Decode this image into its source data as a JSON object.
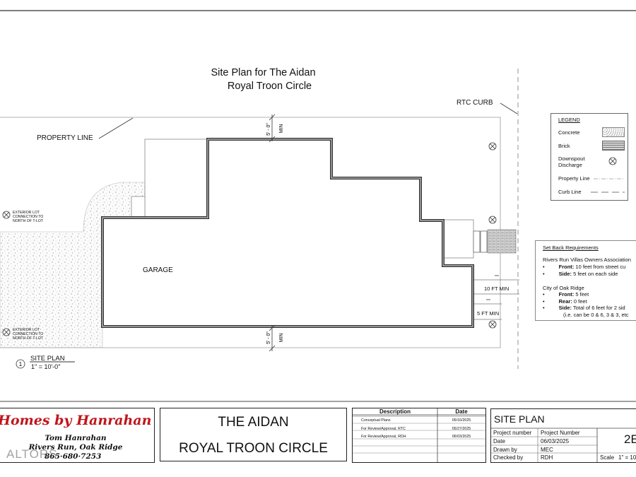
{
  "drawing": {
    "title_line1": "Site Plan for The Aidan",
    "title_line2": "Royal Troon Circle",
    "rtc_curb": "RTC CURB",
    "property_line": "PROPERTY LINE",
    "garage": "GARAGE",
    "dim_top": "5' - 0\"",
    "dim_top_min": "MIN",
    "dim_bottom": "5' - 0\"",
    "dim_bottom_min": "MIN",
    "ten_ft_min": "10 FT MIN",
    "five_ft_min": "5 FT MIN",
    "exterior_lot_1": [
      "EXTERIOR LOT",
      "CONNECTION TO",
      "NORTH OF T-LOT"
    ],
    "exterior_lot_2": [
      "EXTERIOR LOT",
      "CONNECTION TO",
      "NORTH OF T-LOT"
    ],
    "view_number": "1",
    "view_title": "SITE PLAN",
    "view_scale": "1\" = 10'-0\""
  },
  "legend": {
    "title": "LEGEND",
    "items": [
      {
        "label": "Concrete",
        "symbol": "concrete-swatch"
      },
      {
        "label": "Brick",
        "symbol": "brick-swatch"
      },
      {
        "label": "Downspout",
        "label2": "Discharge",
        "symbol": "downspout-icon"
      },
      {
        "label": "Property Line",
        "symbol": "property-line"
      },
      {
        "label": "Curb Line",
        "symbol": "curb-line"
      }
    ]
  },
  "setbacks": {
    "title": "Set Back Requirements",
    "hoa_title": "Rivers Run Villas Owners Association",
    "hoa_items": [
      {
        "bold": "Front:",
        "text": " 10 feet from street cu"
      },
      {
        "bold": "Side:",
        "text": " 5 feet on each side"
      }
    ],
    "city_title": "City of Oak Ridge",
    "city_items": [
      {
        "bold": "Front:",
        "text": " 5 feet"
      },
      {
        "bold": "Rear:",
        "text": " 0 feet"
      },
      {
        "bold": "Side:",
        "text": " Total of 6 feet for 2 sid"
      }
    ],
    "city_note": "(i.e. can be 0 & 6, 3 & 3, etc"
  },
  "titleblock": {
    "company": "Homes by Hanrahan",
    "owner": "Tom Hanrahan",
    "location": "Rivers Run, Oak Ridge",
    "phone": "865·680·7253",
    "watermark": "ALTORS",
    "project_name": "THE AIDAN",
    "project_address": "ROYAL TROON CIRCLE",
    "rev_headers": {
      "description": "Description",
      "date": "Date"
    },
    "revisions": [
      {
        "description": "Conceptual Plans",
        "date": "05/16/2025"
      },
      {
        "description": "For Review/Approval, RTC",
        "date": "05/27/2025"
      },
      {
        "description": "For Review/Approval, RDH",
        "date": "06/03/2025"
      }
    ],
    "sheet_title": "SITE PLAN",
    "fields": [
      {
        "label": "Project number",
        "value": "Project Number"
      },
      {
        "label": "Date",
        "value": "06/03/2025"
      },
      {
        "label": "Drawn by",
        "value": "MEC"
      },
      {
        "label": "Checked by",
        "value": "RDH"
      }
    ],
    "sheet_number": "2E",
    "scale_label": "Scale",
    "scale_value": "1\" = 10'"
  },
  "colors": {
    "line": "#222222",
    "red": "#c0151b",
    "gray_line": "#8c8c8c"
  }
}
